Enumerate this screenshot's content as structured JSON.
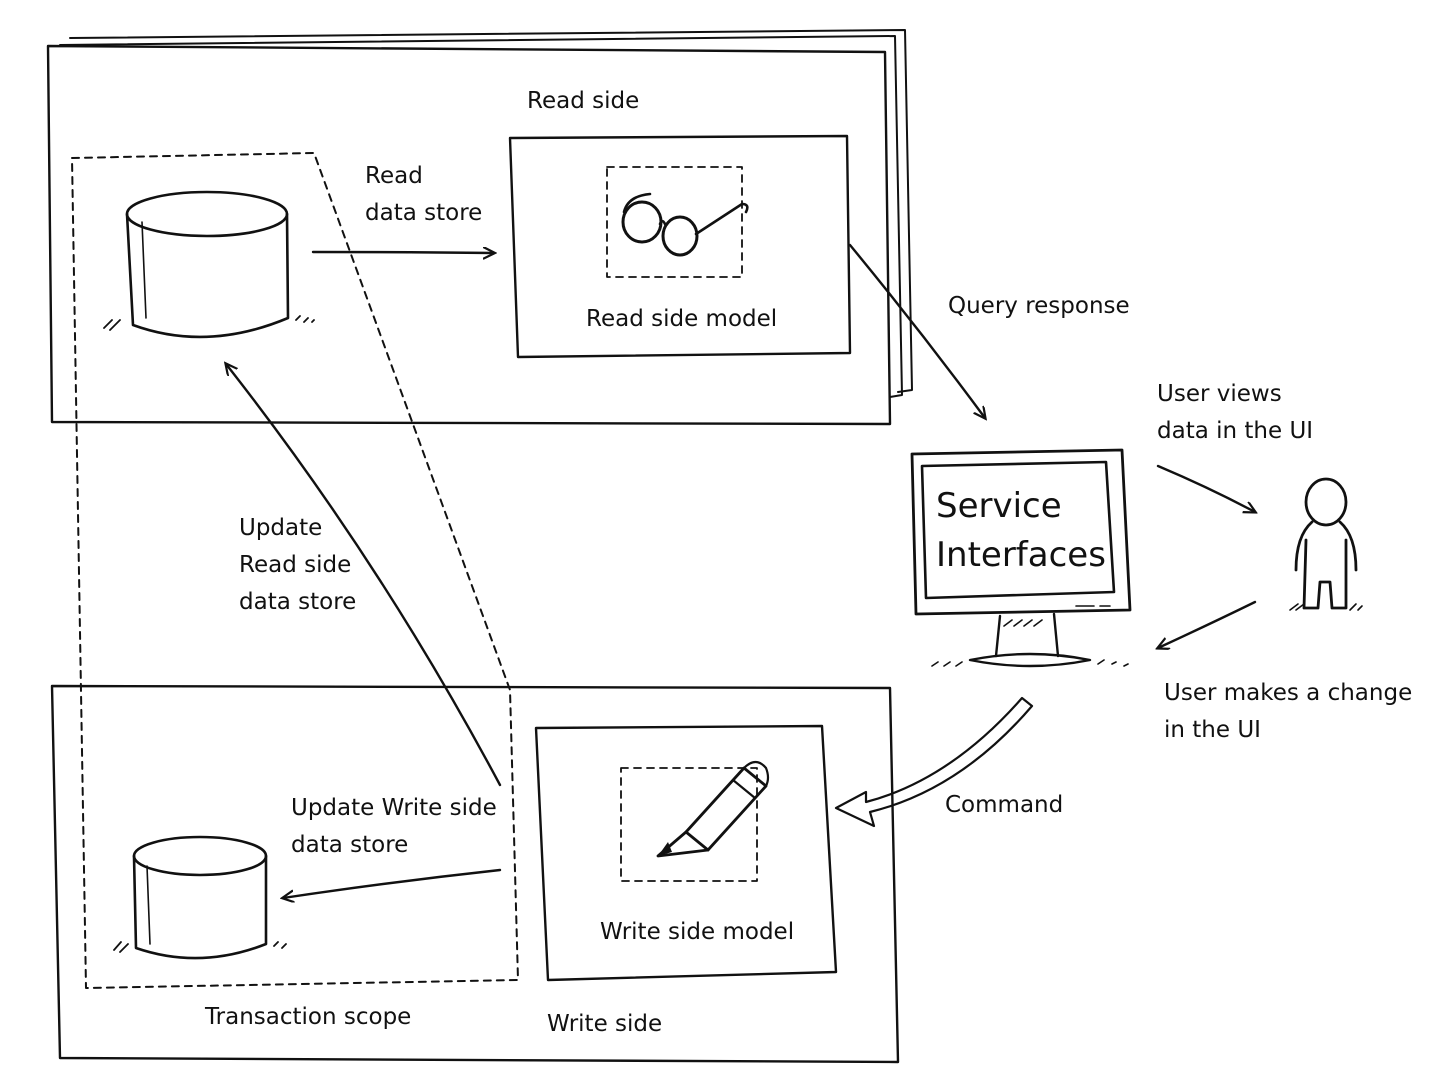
{
  "labels": {
    "read_side": "Read side",
    "read_data_store_1": "Read",
    "read_data_store_2": "data store",
    "read_side_model": "Read side model",
    "query_response": "Query response",
    "user_views_1": "User views",
    "user_views_2": "data in the UI",
    "service_interfaces_1": "Service",
    "service_interfaces_2": "Interfaces",
    "update_read_1": "Update",
    "update_read_2": "Read side",
    "update_read_3": "data store",
    "user_makes_1": "User makes a change",
    "user_makes_2": "in the UI",
    "command": "Command",
    "update_write_1": "Update Write side",
    "update_write_2": "data store",
    "write_side_model": "Write side model",
    "transaction_scope": "Transaction scope",
    "write_side": "Write side"
  },
  "icons": {
    "read_database": "database-icon",
    "write_database": "database-icon",
    "read_model": "glasses-icon",
    "write_model": "pencil-icon",
    "monitor": "monitor-icon",
    "user": "person-icon"
  }
}
